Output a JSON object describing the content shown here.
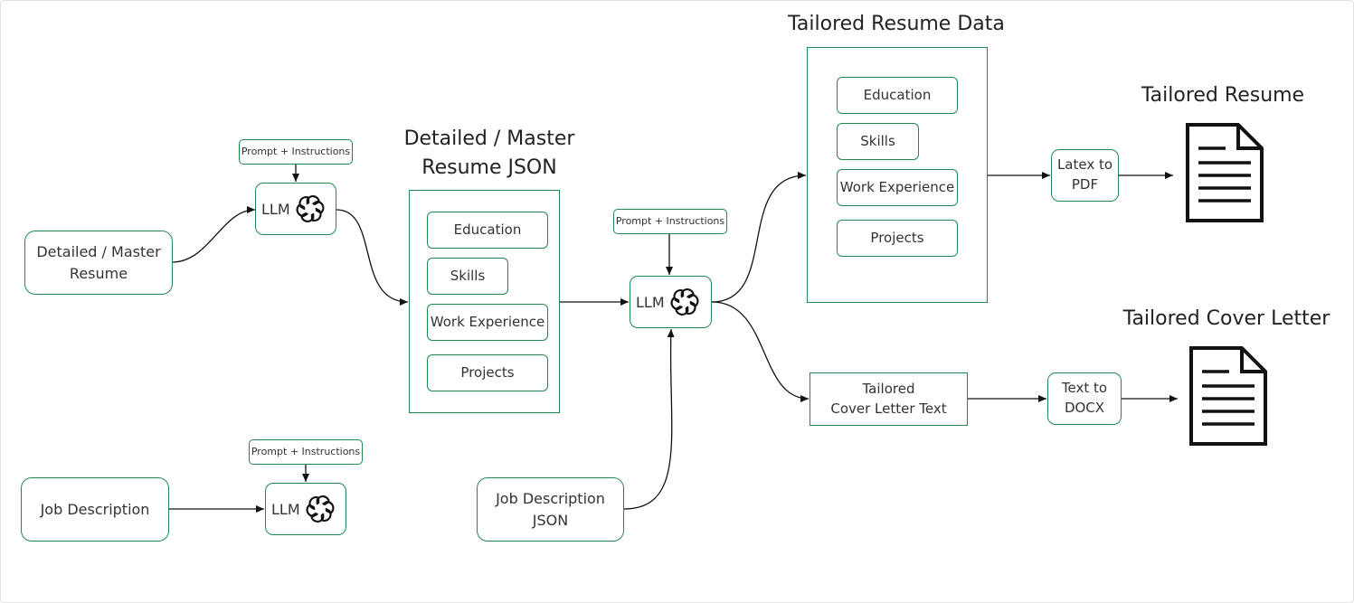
{
  "headings": {
    "master": "Detailed / Master\nResume JSON",
    "tailored_data": "Tailored Resume Data",
    "tailored_resume": "Tailored Resume",
    "cover_letter": "Tailored Cover Letter"
  },
  "inputs": {
    "master_resume": "Detailed / Master\nResume",
    "job_description": "Job Description",
    "job_description_json": "Job Description\nJSON"
  },
  "prompts": {
    "prompt_1": "Prompt + Instructions",
    "prompt_2": "Prompt + Instructions",
    "prompt_3": "Prompt + Instructions"
  },
  "llm": {
    "llm_1": "LLM",
    "llm_2": "LLM",
    "llm_3": "LLM"
  },
  "master_sections": [
    "Education",
    "Skills",
    "Work Experience",
    "Projects"
  ],
  "tailored_sections": [
    "Education",
    "Skills",
    "Work Experience",
    "Projects"
  ],
  "converters": {
    "latex_pdf": "Latex to\nPDF",
    "text_docx": "Text to\nDOCX"
  },
  "cover_letter_text": "Tailored\nCover Letter Text",
  "icons": {
    "llm": "openai-logo-icon",
    "document": "document-icon"
  },
  "colors": {
    "accent_border": "#1e8a50",
    "arrow": "#111111"
  }
}
